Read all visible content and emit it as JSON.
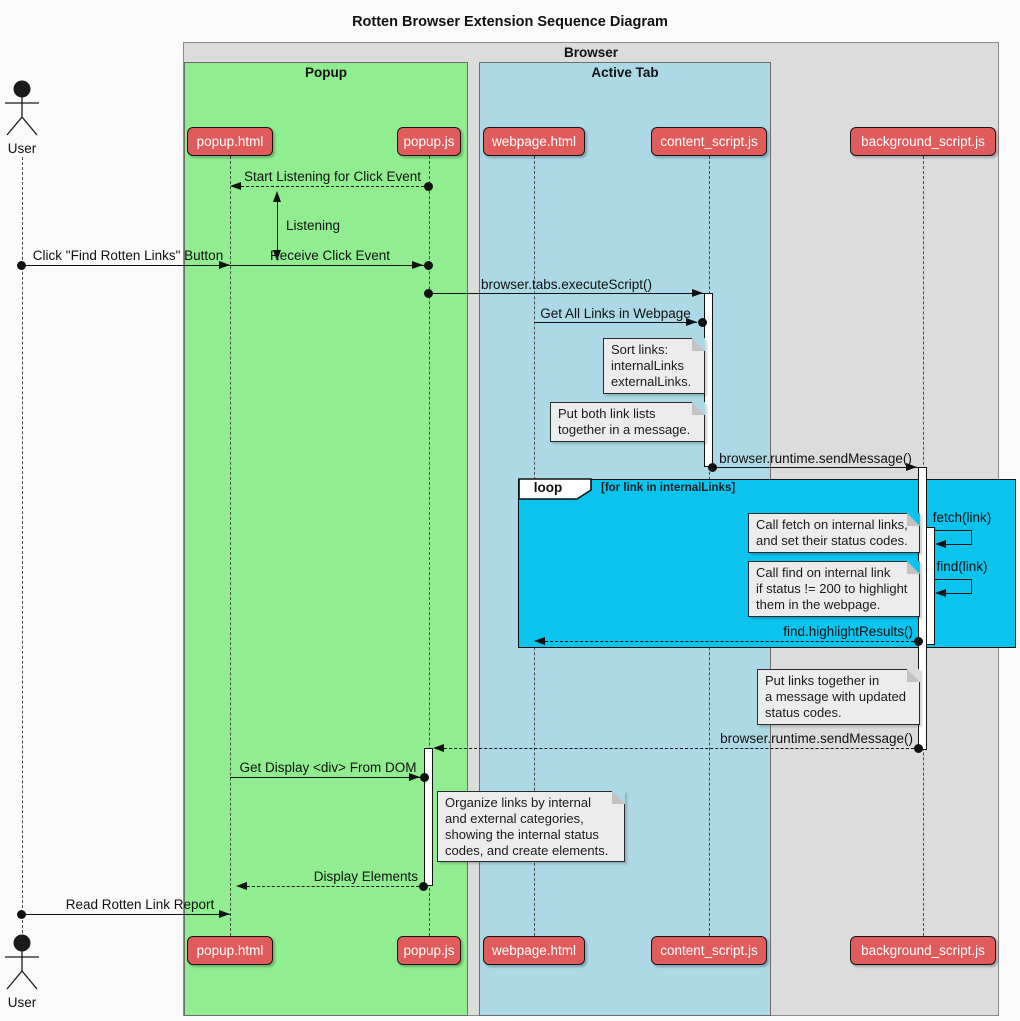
{
  "title": "Rotten Browser Extension Sequence Diagram",
  "frames": {
    "browser": "Browser",
    "popup": "Popup",
    "active_tab": "Active Tab"
  },
  "actor": {
    "top_label": "User",
    "bottom_label": "User"
  },
  "participants": {
    "popup_html": "popup.html",
    "popup_js": "popup.js",
    "webpage_html": "webpage.html",
    "content_script": "content_script.js",
    "background_script": "background_script.js"
  },
  "messages": {
    "start_listening": "Start Listening for Click Event",
    "listening": "Listening",
    "click_button": "Click \"Find Rotten Links\" Button",
    "receive_click": "Receive Click Event",
    "execute_script": "browser.tabs.executeScript()",
    "get_all_links": "Get All Links in Webpage",
    "send_message_top": "browser.runtime.sendMessage()",
    "fetch_link": "fetch(link)",
    "find_link": "find(link)",
    "highlight_results": "find.highlightResults()",
    "send_message_bottom": "browser.runtime.sendMessage()",
    "get_display_div": "Get Display <div> From DOM",
    "display_elements": "Display Elements",
    "read_report": "Read Rotten Link Report"
  },
  "loop": {
    "operator": "loop",
    "condition": "[for link in internalLinks]"
  },
  "notes": {
    "sort_links": "Sort links:\ninternalLinks\nexternalLinks.",
    "put_lists": "Put both link lists\ntogether in a message.",
    "call_fetch": "Call fetch on internal links,\nand set their status codes.",
    "call_find": "Call find on internal link\nif status != 200 to highlight\nthem in the webpage.",
    "put_links": "Put links together in\na message with updated\nstatus codes.",
    "organize": "Organize links by internal\nand external categories,\nshowing the internal status\ncodes, and create elements."
  },
  "colors": {
    "participant_fill": "#e05c5c",
    "popup_fill": "#90ee90",
    "active_tab_fill": "#add8e6",
    "browser_fill": "#dcdcdc",
    "loop_fill": "#0bc4ee",
    "note_fill": "#ececec",
    "background": "#fafafa"
  }
}
